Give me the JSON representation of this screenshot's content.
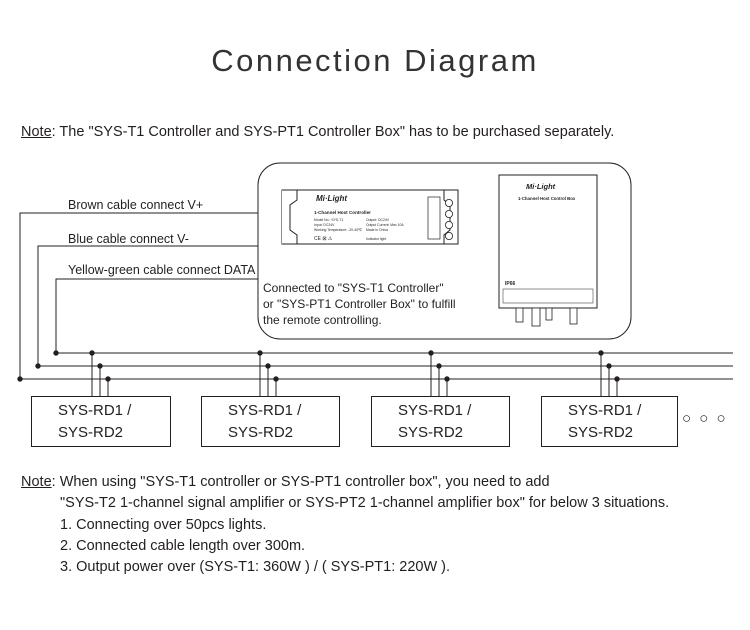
{
  "title": "Connection Diagram",
  "note_top": {
    "prefix": "Note",
    "text": ": The \"SYS-T1 Controller and SYS-PT1 Controller Box\" has to be purchased separately."
  },
  "cables": {
    "brown": "Brown cable connect V+",
    "blue": "Blue cable connect V-",
    "yellow_green": "Yellow-green cable connect DATA"
  },
  "controller_panel": {
    "text_lines": [
      "Connected to \"SYS-T1 Controller\"",
      "or \"SYS-PT1 Controller Box\" to fulfill",
      "the remote controlling."
    ],
    "controller": {
      "brand": "Mi·Light",
      "name": "1-Channel Host Controller",
      "specs": [
        "Model No.: SYS-T1",
        "Input: DC24V",
        "Working Temperature: -20-40℃",
        "Output: DC24V",
        "Output Current: Max 10A",
        "Made in China"
      ],
      "indicator": "Indicator light",
      "marks": "CE  ⊠  ⚠"
    },
    "control_box": {
      "brand": "Mi·Light",
      "name": "1-Channel Host Control Box",
      "rating": "IP66"
    }
  },
  "receivers": [
    {
      "line1": "SYS-RD1 /",
      "line2": "SYS-RD2"
    },
    {
      "line1": "SYS-RD1 /",
      "line2": "SYS-RD2"
    },
    {
      "line1": "SYS-RD1 /",
      "line2": "SYS-RD2"
    },
    {
      "line1": "SYS-RD1 /",
      "line2": "SYS-RD2"
    }
  ],
  "continuation": "○ ○ ○",
  "note_bottom": {
    "prefix": "Note",
    "line1": ": When using \"SYS-T1 controller or SYS-PT1 controller box\", you need to add",
    "line2": "\"SYS-T2 1-channel signal amplifier or SYS-PT2 1-channel amplifier box\" for below 3 situations.",
    "items": [
      "1. Connecting over 50pcs lights.",
      "2. Connected cable length over 300m.",
      "3. Output power over (SYS-T1: 360W ) / ( SYS-PT1: 220W )."
    ]
  },
  "colors": {
    "ink": "#231f20",
    "title": "#333333",
    "panel_stroke": "#231f20"
  }
}
